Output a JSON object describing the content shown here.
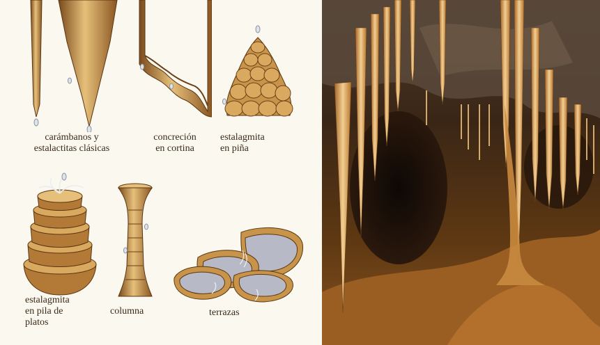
{
  "labels": {
    "icicles": "carámbanos y\nestalactitas clásicas",
    "curtain": "concreción\nen cortina",
    "pinecone": "estalagmita\nen piña",
    "plates": "estalagmita\nen pila de\nplatos",
    "column": "columna",
    "terraces": "terrazas"
  },
  "colors": {
    "tan": "#c8944a",
    "dark_brown": "#6b3f16",
    "light": "#f0d7a6",
    "cave_dark": "#2e1a0d",
    "water": "#b7b9c6"
  }
}
